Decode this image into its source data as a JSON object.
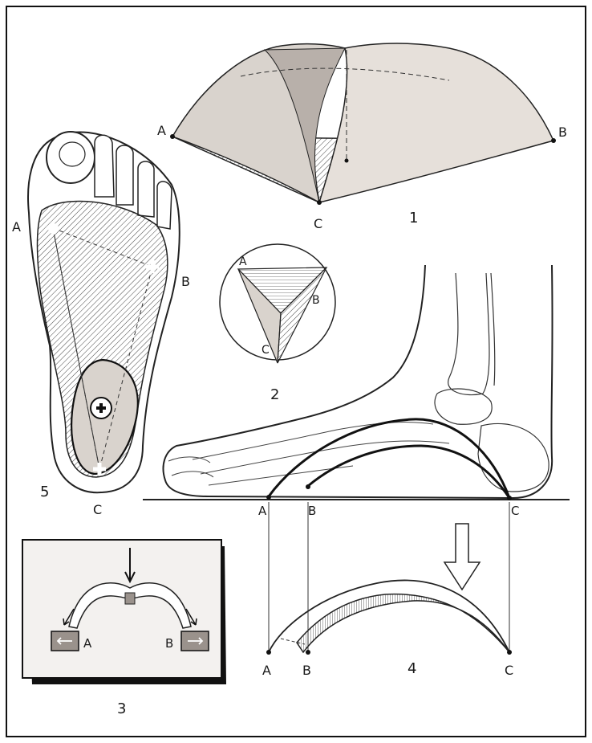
{
  "colors": {
    "paper": "#ffffff",
    "ink": "#1a1a1a",
    "shade": "#b8b0aa",
    "frame": "#111111"
  },
  "fig1": {
    "number": "1",
    "point_a": "A",
    "point_b": "B",
    "point_c": "C"
  },
  "fig2": {
    "number": "2",
    "point_a": "A",
    "point_b": "B",
    "point_c": "C"
  },
  "fig3": {
    "number": "3",
    "point_a": "A",
    "point_b": "B"
  },
  "fig4": {
    "number": "4",
    "point_a_top": "A",
    "point_b_top": "B",
    "point_c_top": "C",
    "point_a": "A",
    "point_b": "B",
    "point_c": "C"
  },
  "fig5": {
    "number": "5",
    "point_a": "A",
    "point_b": "B",
    "point_c": "C"
  }
}
